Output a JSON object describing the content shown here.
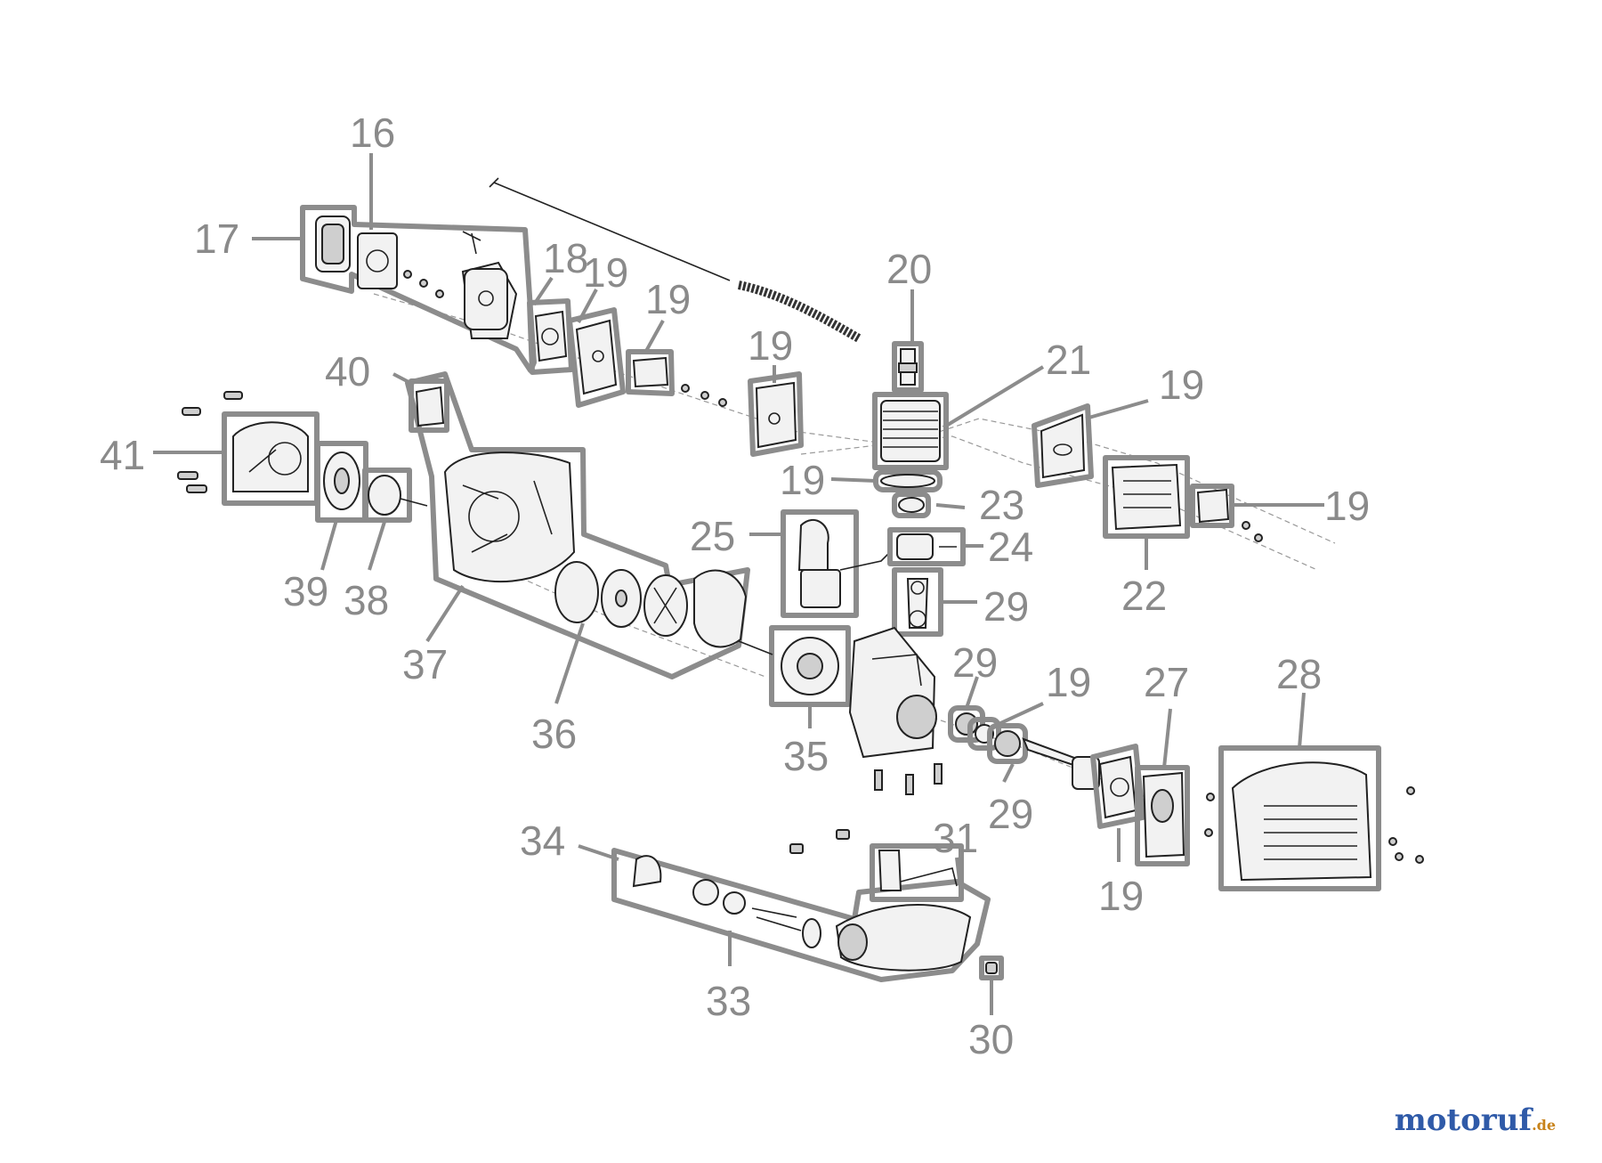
{
  "diagram": {
    "callouts": [
      {
        "id": "c16",
        "text": "16"
      },
      {
        "id": "c17",
        "text": "17"
      },
      {
        "id": "c18",
        "text": "18"
      },
      {
        "id": "c19a",
        "text": "19"
      },
      {
        "id": "c19b",
        "text": "19"
      },
      {
        "id": "c19c",
        "text": "19"
      },
      {
        "id": "c20",
        "text": "20"
      },
      {
        "id": "c21",
        "text": "21"
      },
      {
        "id": "c19d",
        "text": "19"
      },
      {
        "id": "c19e",
        "text": "19"
      },
      {
        "id": "c23",
        "text": "23"
      },
      {
        "id": "c19f",
        "text": "19"
      },
      {
        "id": "c22",
        "text": "22"
      },
      {
        "id": "c25",
        "text": "25"
      },
      {
        "id": "c24",
        "text": "24"
      },
      {
        "id": "c29a",
        "text": "29"
      },
      {
        "id": "c40",
        "text": "40"
      },
      {
        "id": "c41",
        "text": "41"
      },
      {
        "id": "c39",
        "text": "39"
      },
      {
        "id": "c38",
        "text": "38"
      },
      {
        "id": "c37",
        "text": "37"
      },
      {
        "id": "c36",
        "text": "36"
      },
      {
        "id": "c35",
        "text": "35"
      },
      {
        "id": "c29b",
        "text": "29"
      },
      {
        "id": "c19g",
        "text": "19"
      },
      {
        "id": "c27",
        "text": "27"
      },
      {
        "id": "c28",
        "text": "28"
      },
      {
        "id": "c29c",
        "text": "29"
      },
      {
        "id": "c19h",
        "text": "19"
      },
      {
        "id": "c34",
        "text": "34"
      },
      {
        "id": "c31",
        "text": "31"
      },
      {
        "id": "c33",
        "text": "33"
      },
      {
        "id": "c30",
        "text": "30"
      }
    ]
  },
  "watermark": {
    "main": "motoruf",
    "tld": ".de"
  }
}
